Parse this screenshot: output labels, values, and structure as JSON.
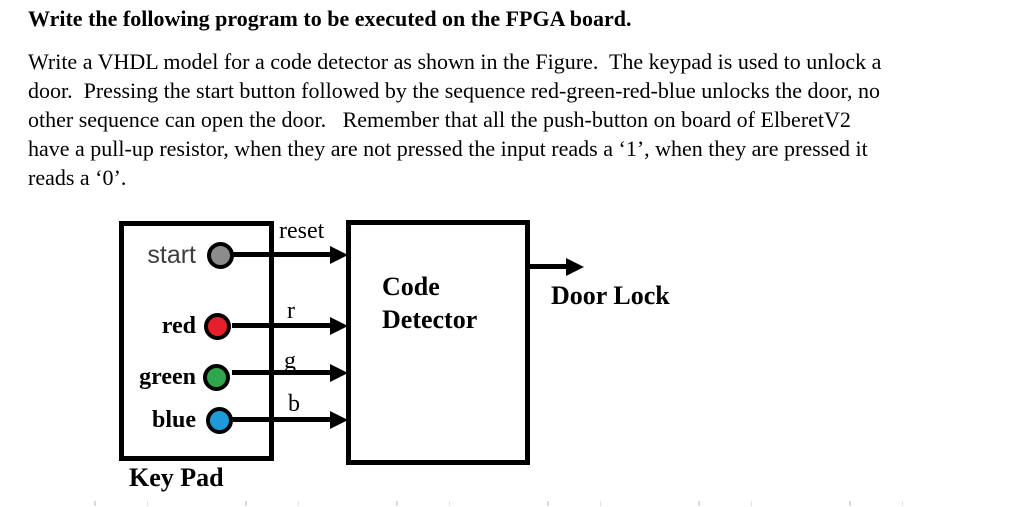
{
  "page": {
    "title": "Write the following program to be executed on the FPGA board.",
    "paragraph_lines": [
      "Write a VHDL model for a code detector as shown in the Figure.  The keypad is used to unlock a",
      "door.  Pressing the start button followed by the sequence red-green-red-blue unlocks the door, no",
      "other sequence can open the door.   Remember that all the push-button on board of ElberetV2",
      "have a pull-up resistor, when they are not pressed the input reads a ‘1’, when they are pressed it",
      "reads a ‘0’."
    ]
  },
  "diagram": {
    "keypad": {
      "caption": "Key Pad",
      "buttons": [
        {
          "label": "start",
          "signal": "reset",
          "color": "#8c8c8c"
        },
        {
          "label": "red",
          "signal": "r",
          "color": "#e6202b"
        },
        {
          "label": "green",
          "signal": "g",
          "color": "#2fa64c"
        },
        {
          "label": "blue",
          "signal": "b",
          "color": "#1d9ad8"
        }
      ]
    },
    "detector": {
      "label": "Code Detector"
    },
    "output": {
      "label": "Door Lock"
    },
    "colors": {
      "line": "#000000",
      "box_border": "#000000",
      "text": "#000000"
    }
  }
}
